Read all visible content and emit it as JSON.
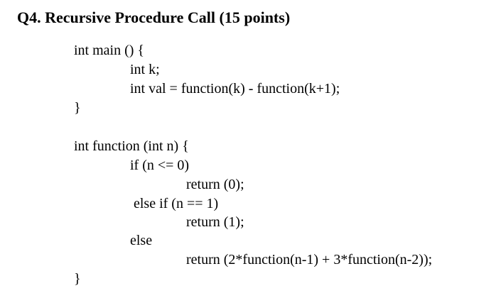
{
  "question": {
    "title": "Q4. Recursive Procedure Call (15 points)"
  },
  "code": {
    "lines": [
      "int main () {",
      "int k;",
      "int val = function(k) - function(k+1);",
      "}",
      "int function (int n) {",
      "if (n <= 0)",
      "return (0);",
      "else if (n == 1)",
      "return (1);",
      "else",
      "return (2*function(n-1) + 3*function(n-2));",
      "}"
    ]
  }
}
